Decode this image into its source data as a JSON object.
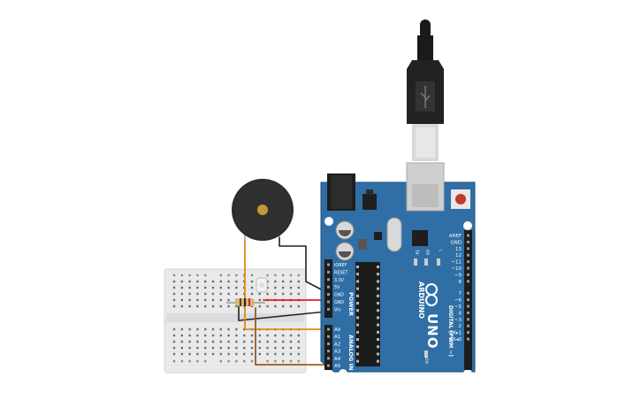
{
  "arduino": {
    "brand": "ARDUINO",
    "model": "UNO",
    "digital_label": "DIGITAL (PWM ~)",
    "power_label": "POWER",
    "analog_label": "ANALOG IN",
    "on_label": "ON",
    "tx_label": "TX",
    "rx_label": "RX",
    "l_label": "L",
    "digital_pins": [
      "AREF",
      "GND",
      "13",
      "12",
      "~11",
      "~10",
      "~9",
      "8",
      "7",
      "~6",
      "~5",
      "4",
      "~3",
      "2",
      "TX▸1",
      "RX◂0"
    ],
    "power_pins": [
      "IOREF",
      "RESET",
      "3.3V",
      "5V",
      "GND",
      "GND",
      "Vin"
    ],
    "analog_pins": [
      "A0",
      "A1",
      "A2",
      "A3",
      "A4",
      "A5"
    ]
  },
  "colors": {
    "board": "#2f6fa5",
    "board_edge": "#1d4f7a",
    "wire_orange": "#e08a14",
    "wire_brown": "#9a5a22",
    "wire_red": "#e02020",
    "wire_black": "#222222",
    "breadboard": "#e9e9e9"
  }
}
